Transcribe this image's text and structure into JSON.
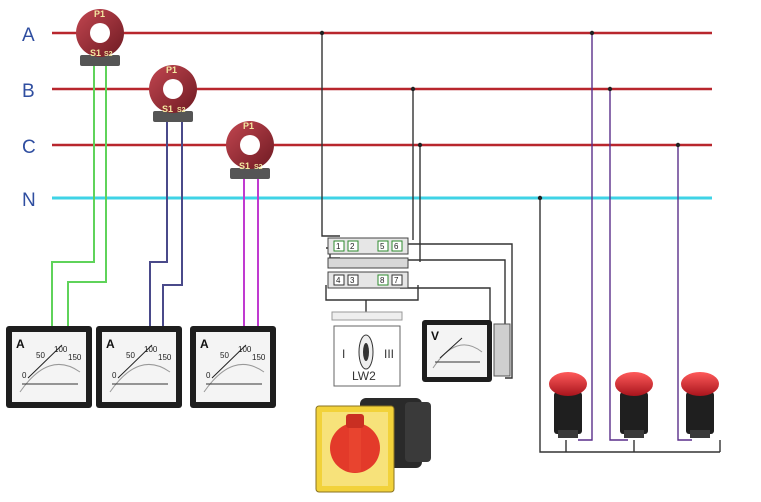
{
  "buses": [
    {
      "label": "A",
      "color": "#b8262d"
    },
    {
      "label": "B",
      "color": "#b8262d"
    },
    {
      "label": "C",
      "color": "#b8262d"
    },
    {
      "label": "N",
      "color": "#3fd3e6"
    }
  ],
  "current_transformers": [
    {
      "primary": "P1",
      "s1": "S1",
      "s2": "S2"
    },
    {
      "primary": "P1",
      "s1": "S1",
      "s2": "S2"
    },
    {
      "primary": "P1",
      "s1": "S1",
      "s2": "S2"
    }
  ],
  "ammeters": [
    {
      "unit": "A",
      "scale": [
        "0",
        "50",
        "100",
        "150"
      ]
    },
    {
      "unit": "A",
      "scale": [
        "0",
        "50",
        "100",
        "150"
      ]
    },
    {
      "unit": "A",
      "scale": [
        "0",
        "50",
        "100",
        "150"
      ]
    }
  ],
  "voltmeter": {
    "unit": "V"
  },
  "selector_switch": {
    "label": "LW2",
    "position_left": "I",
    "position_right": "III",
    "terminals": [
      "1",
      "2",
      "5",
      "6",
      "4",
      "3",
      "8",
      "7"
    ]
  },
  "indicator_lamps": {
    "count": 3,
    "color": "#d8232a"
  },
  "wire_colors": {
    "phase_a_ct": "#5fd35a",
    "phase_b_ct": "#4a4a8a",
    "phase_c_ct": "#c03ad0",
    "voltage": "#222222"
  }
}
